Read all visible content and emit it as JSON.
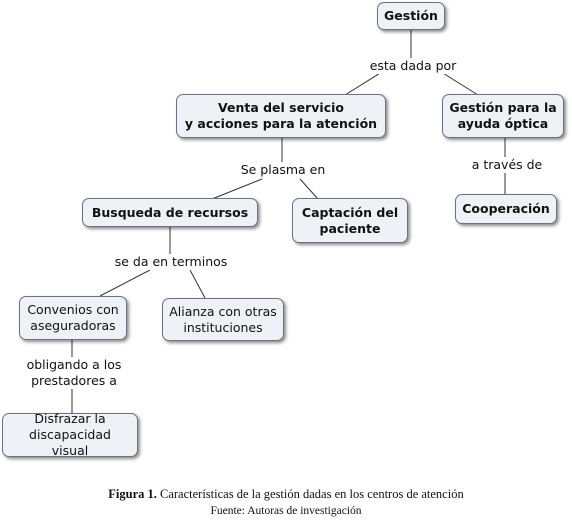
{
  "nodes": {
    "gestion": "Gestión",
    "venta": "Venta del servicio\ny acciones para la atención",
    "gestion_ayuda": "Gestión para la\nayuda óptica",
    "busqueda": "Busqueda de recursos",
    "captacion": "Captación del\npaciente",
    "cooperacion": "Cooperación",
    "convenios": "Convenios con\naseguradoras",
    "alianza": "Alianza con otras\ninstituciones",
    "disfrazar": "Disfrazar la\ndiscapacidad visual"
  },
  "links": {
    "esta_dada_por": "esta dada por",
    "se_plasma_en": "Se plasma en",
    "a_traves_de": "a través de",
    "se_da_en_terminos": "se da en terminos",
    "obligando": "obligando a los\nprestadores a"
  },
  "caption": {
    "label": "Figura 1.",
    "text": " Características de la gestión dadas en los centros de atención",
    "source": "Fuente: Autoras de investigación"
  },
  "colors": {
    "node_fill": "#eef1f5",
    "node_border": "#6b7380",
    "connector": "#333333"
  }
}
